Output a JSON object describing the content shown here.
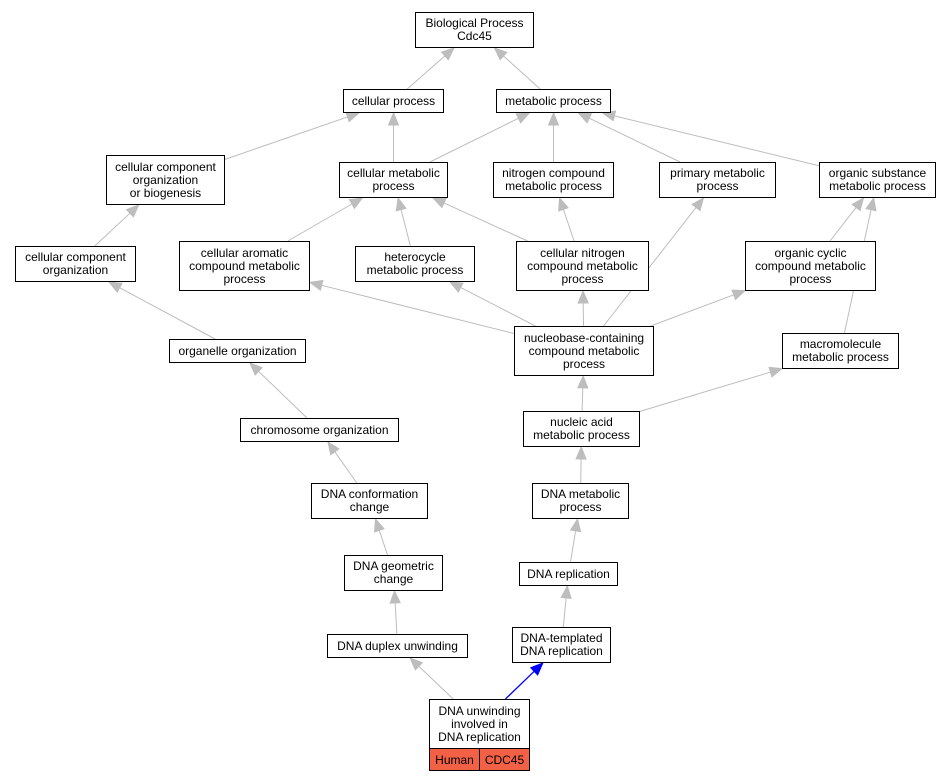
{
  "colors": {
    "edge": "#bdbdbd",
    "highlight_edge": "#0000ff",
    "tag_fill": "#f26045",
    "node_border": "#000000"
  },
  "nodes": {
    "bp": "Biological Process\nCdc45",
    "cp": "cellular process",
    "mp": "metabolic process",
    "ccob": "cellular component\norganization\nor biogenesis",
    "cmp": "cellular metabolic\nprocess",
    "ncmp": "nitrogen compound\nmetabolic process",
    "pmp": "primary metabolic\nprocess",
    "osmp": "organic substance\nmetabolic process",
    "cco": "cellular component\norganization",
    "cacmp": "cellular aromatic\ncompound metabolic\nprocess",
    "hmp": "heterocycle\nmetabolic process",
    "cncmp": "cellular nitrogen\ncompound metabolic\nprocess",
    "occmp": "organic cyclic\ncompound metabolic\nprocess",
    "oo": "organelle organization",
    "nbcmp": "nucleobase-containing\ncompound metabolic\nprocess",
    "mmp": "macromolecule\nmetabolic process",
    "co": "chromosome organization",
    "namp": "nucleic acid\nmetabolic process",
    "dcc": "DNA conformation\nchange",
    "dmp": "DNA metabolic\nprocess",
    "dgc": "DNA geometric\nchange",
    "dr": "DNA replication",
    "ddu": "DNA duplex unwinding",
    "dtdr": "DNA-templated\nDNA replication",
    "du": "DNA unwinding\ninvolved in\nDNA replication"
  },
  "tags": {
    "species": "Human",
    "gene": "CDC45"
  },
  "edges": [
    {
      "from": "cp",
      "to": "bp"
    },
    {
      "from": "mp",
      "to": "bp"
    },
    {
      "from": "ccob",
      "to": "cp"
    },
    {
      "from": "cmp",
      "to": "cp"
    },
    {
      "from": "cmp",
      "to": "mp"
    },
    {
      "from": "ncmp",
      "to": "mp"
    },
    {
      "from": "pmp",
      "to": "mp"
    },
    {
      "from": "osmp",
      "to": "mp"
    },
    {
      "from": "cco",
      "to": "ccob"
    },
    {
      "from": "cacmp",
      "to": "cmp"
    },
    {
      "from": "hmp",
      "to": "cmp"
    },
    {
      "from": "cncmp",
      "to": "cmp"
    },
    {
      "from": "cncmp",
      "to": "ncmp"
    },
    {
      "from": "occmp",
      "to": "osmp"
    },
    {
      "from": "mmp",
      "to": "osmp"
    },
    {
      "from": "oo",
      "to": "cco"
    },
    {
      "from": "nbcmp",
      "to": "cacmp"
    },
    {
      "from": "nbcmp",
      "to": "hmp"
    },
    {
      "from": "nbcmp",
      "to": "cncmp"
    },
    {
      "from": "nbcmp",
      "to": "pmp"
    },
    {
      "from": "nbcmp",
      "to": "occmp"
    },
    {
      "from": "co",
      "to": "oo"
    },
    {
      "from": "namp",
      "to": "nbcmp"
    },
    {
      "from": "namp",
      "to": "mmp"
    },
    {
      "from": "dcc",
      "to": "co"
    },
    {
      "from": "dmp",
      "to": "namp"
    },
    {
      "from": "dgc",
      "to": "dcc"
    },
    {
      "from": "dr",
      "to": "dmp"
    },
    {
      "from": "ddu",
      "to": "dgc"
    },
    {
      "from": "dtdr",
      "to": "dr"
    },
    {
      "from": "du",
      "to": "ddu"
    },
    {
      "from": "du",
      "to": "dtdr",
      "highlight": true
    }
  ]
}
